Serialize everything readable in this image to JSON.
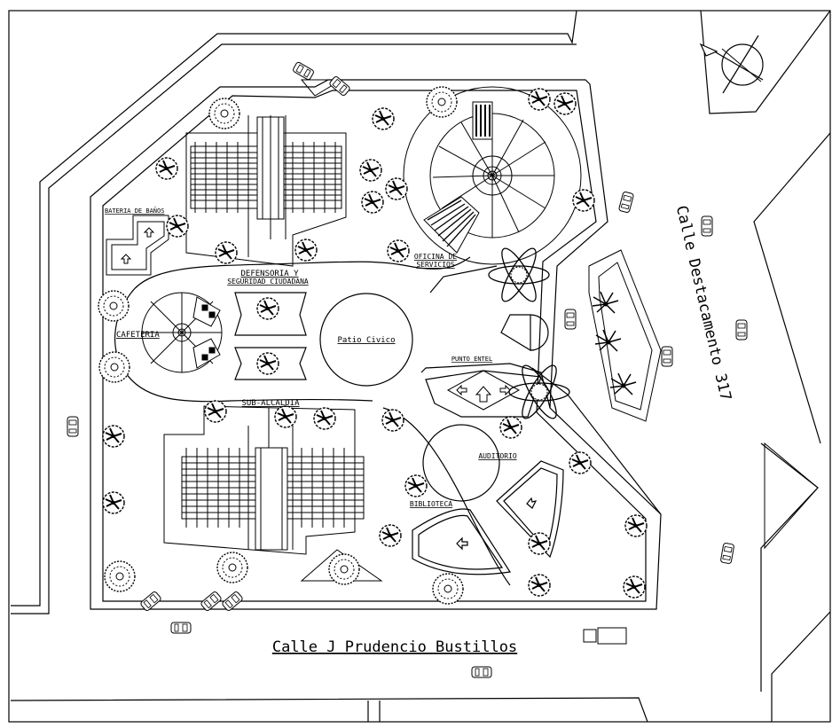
{
  "labels": {
    "bateria_de_banos": "BATERIA DE BAÑOS",
    "defensoria_l1": "DEFENSORIA Y",
    "defensoria_l2": "SEGURIDAD CIUDADANA",
    "oficina_l1": "OFICINA DE",
    "oficina_l2": "SERVICIOS",
    "cafeteria": "CAFETERIA",
    "patio_civico": "Patio Civico",
    "punto_entel": "PUNTO ENTEL",
    "sub_alcaldia": "SUB-ALCALDIA",
    "auditorio": "AUDITORIO",
    "biblioteca": "BIBLIOTECA"
  },
  "streets": {
    "south": "Calle J Prudencio Bustillos",
    "east": "Calle Destacamento 317"
  },
  "colors": {
    "line": "#000000",
    "background": "#ffffff"
  },
  "icons": [
    "north-arrow-icon",
    "tree-icon",
    "car-icon",
    "palm-icon",
    "arrow-icon"
  ]
}
